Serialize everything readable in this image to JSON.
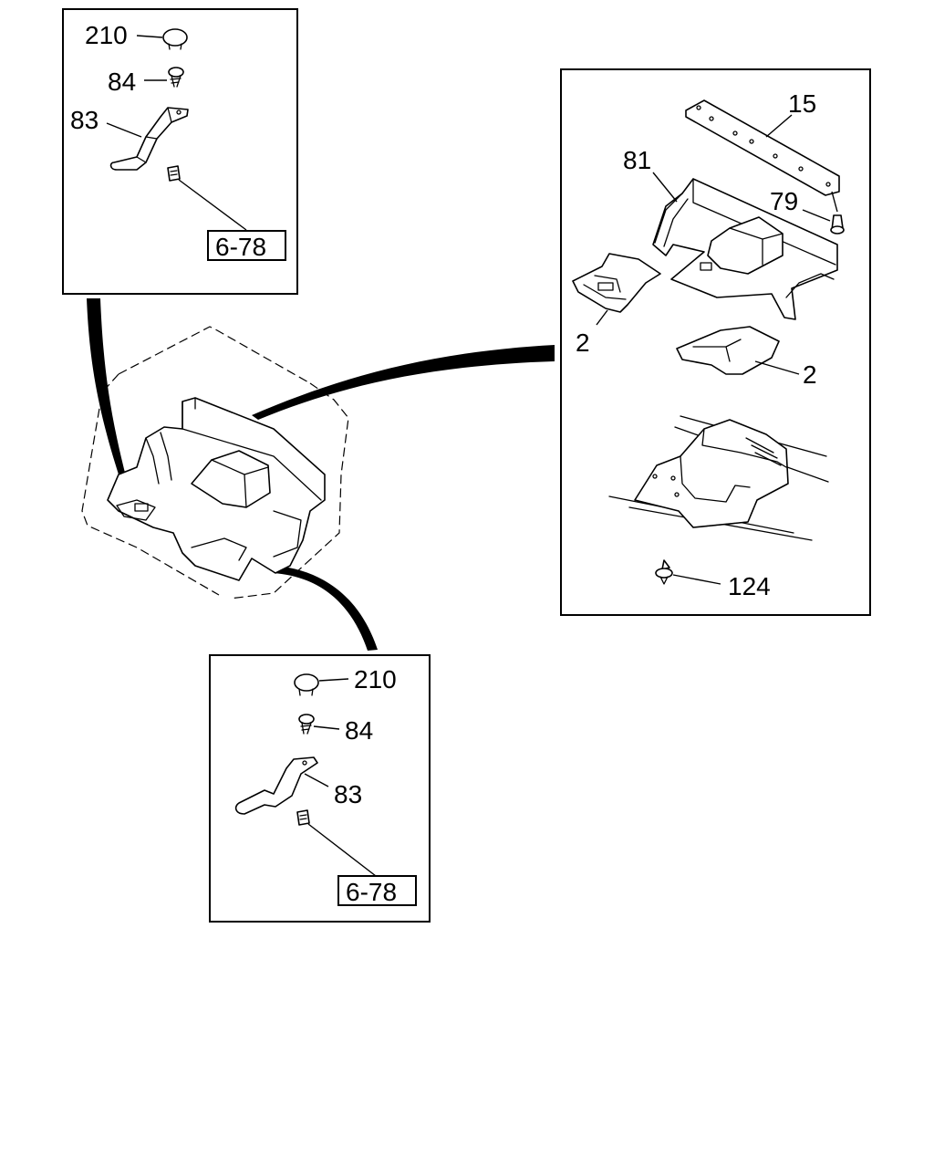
{
  "diagram": {
    "callouts": {
      "topleft": {
        "label_210": "210",
        "label_84": "84",
        "label_83": "83",
        "ref": "6-78"
      },
      "right": {
        "label_15": "15",
        "label_81": "81",
        "label_79": "79",
        "label_2a": "2",
        "label_2b": "2",
        "label_124": "124"
      },
      "bottom": {
        "label_210": "210",
        "label_84": "84",
        "label_83": "83",
        "ref": "6-78"
      }
    }
  }
}
